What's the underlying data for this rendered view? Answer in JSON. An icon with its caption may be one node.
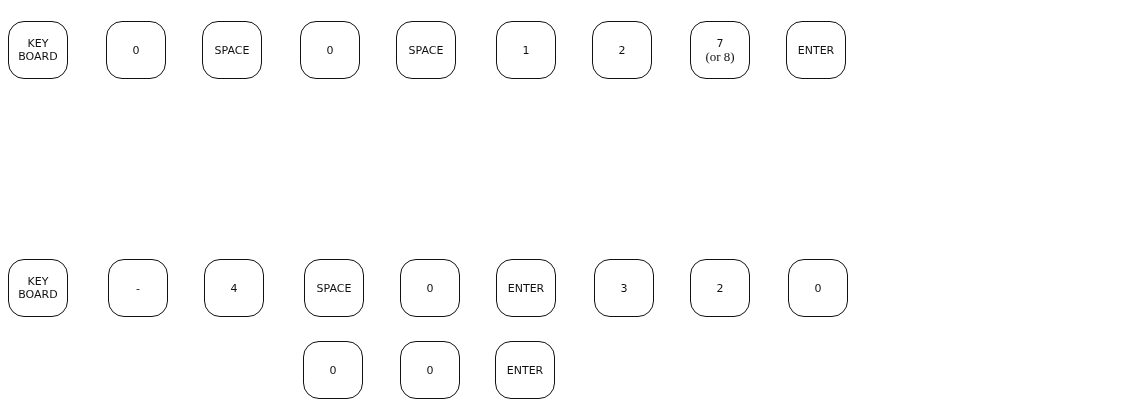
{
  "diagram": {
    "nodes": [
      {
        "text": [
          "KEY BOARD"
        ]
      },
      {
        "text": [
          "0"
        ]
      },
      {
        "text": [
          "SPACE"
        ]
      },
      {
        "text": [
          "0"
        ]
      },
      {
        "text": [
          "SPACE"
        ]
      },
      {
        "text": [
          "1"
        ]
      },
      {
        "text": [
          "2"
        ]
      },
      {
        "text": [
          "7",
          "(or 8)"
        ]
      },
      {
        "text": [
          "ENTER"
        ]
      },
      {
        "text": [
          "KEY BOARD"
        ]
      },
      {
        "text": [
          "-"
        ]
      },
      {
        "text": [
          "4"
        ]
      },
      {
        "text": [
          "SPACE"
        ]
      },
      {
        "text": [
          "0"
        ]
      },
      {
        "text": [
          "ENTER"
        ]
      },
      {
        "text": [
          "3"
        ]
      },
      {
        "text": [
          "2"
        ]
      },
      {
        "text": [
          "0"
        ]
      },
      {
        "text": [
          "0"
        ]
      },
      {
        "text": [
          "0"
        ]
      },
      {
        "text": [
          "ENTER"
        ]
      }
    ],
    "edges": []
  }
}
